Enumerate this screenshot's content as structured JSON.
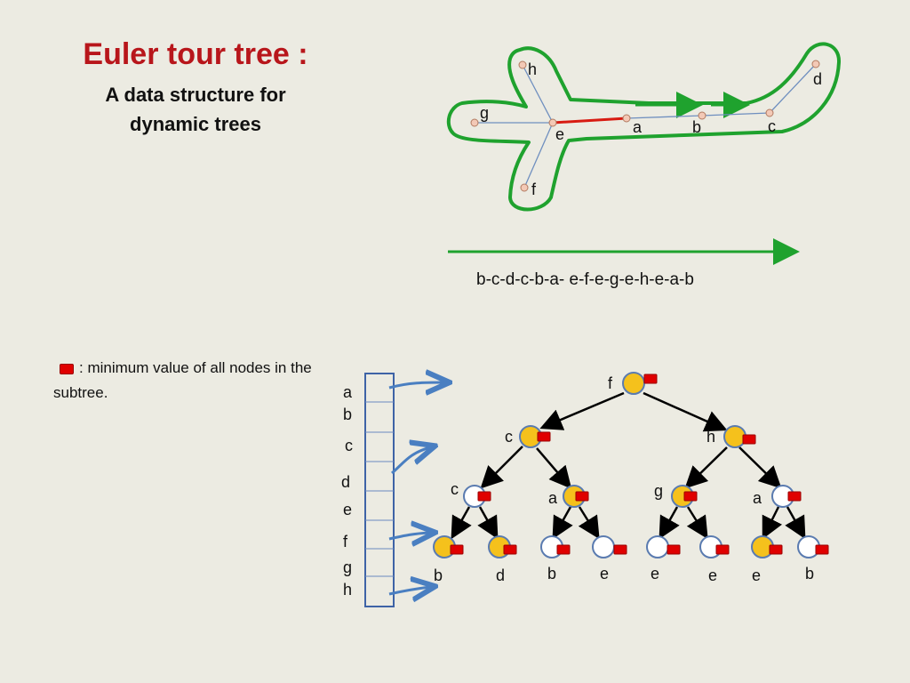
{
  "title": "Euler tour tree :",
  "subtitle_line1": "A data structure for",
  "subtitle_line2": "dynamic trees",
  "sequence": "b-c-d-c-b-a- e-f-e-g-e-h-e-a-b",
  "legend_text": ": minimum value of all nodes in the subtree.",
  "colors": {
    "title": "#b8161b",
    "tour_path": "#1fa22e",
    "highlight_edge": "#d81b12",
    "node_fill": "#f5c11c",
    "min_marker": "#e00000",
    "pointer_arrow": "#4a7fc1",
    "array_border": "#3e63a6"
  },
  "top_tree": {
    "nodes": [
      "h",
      "d",
      "g",
      "e",
      "a",
      "b",
      "c",
      "f"
    ]
  },
  "array_labels": [
    "a",
    "b",
    "c",
    "d",
    "e",
    "f",
    "g",
    "h"
  ],
  "bst_nodes": {
    "root": "f",
    "l1": [
      "c",
      "h"
    ],
    "l2": [
      "c",
      "a",
      "g",
      "a"
    ],
    "l3": [
      "b",
      "d",
      "b",
      "e",
      "e",
      "e",
      "e",
      "b"
    ]
  }
}
